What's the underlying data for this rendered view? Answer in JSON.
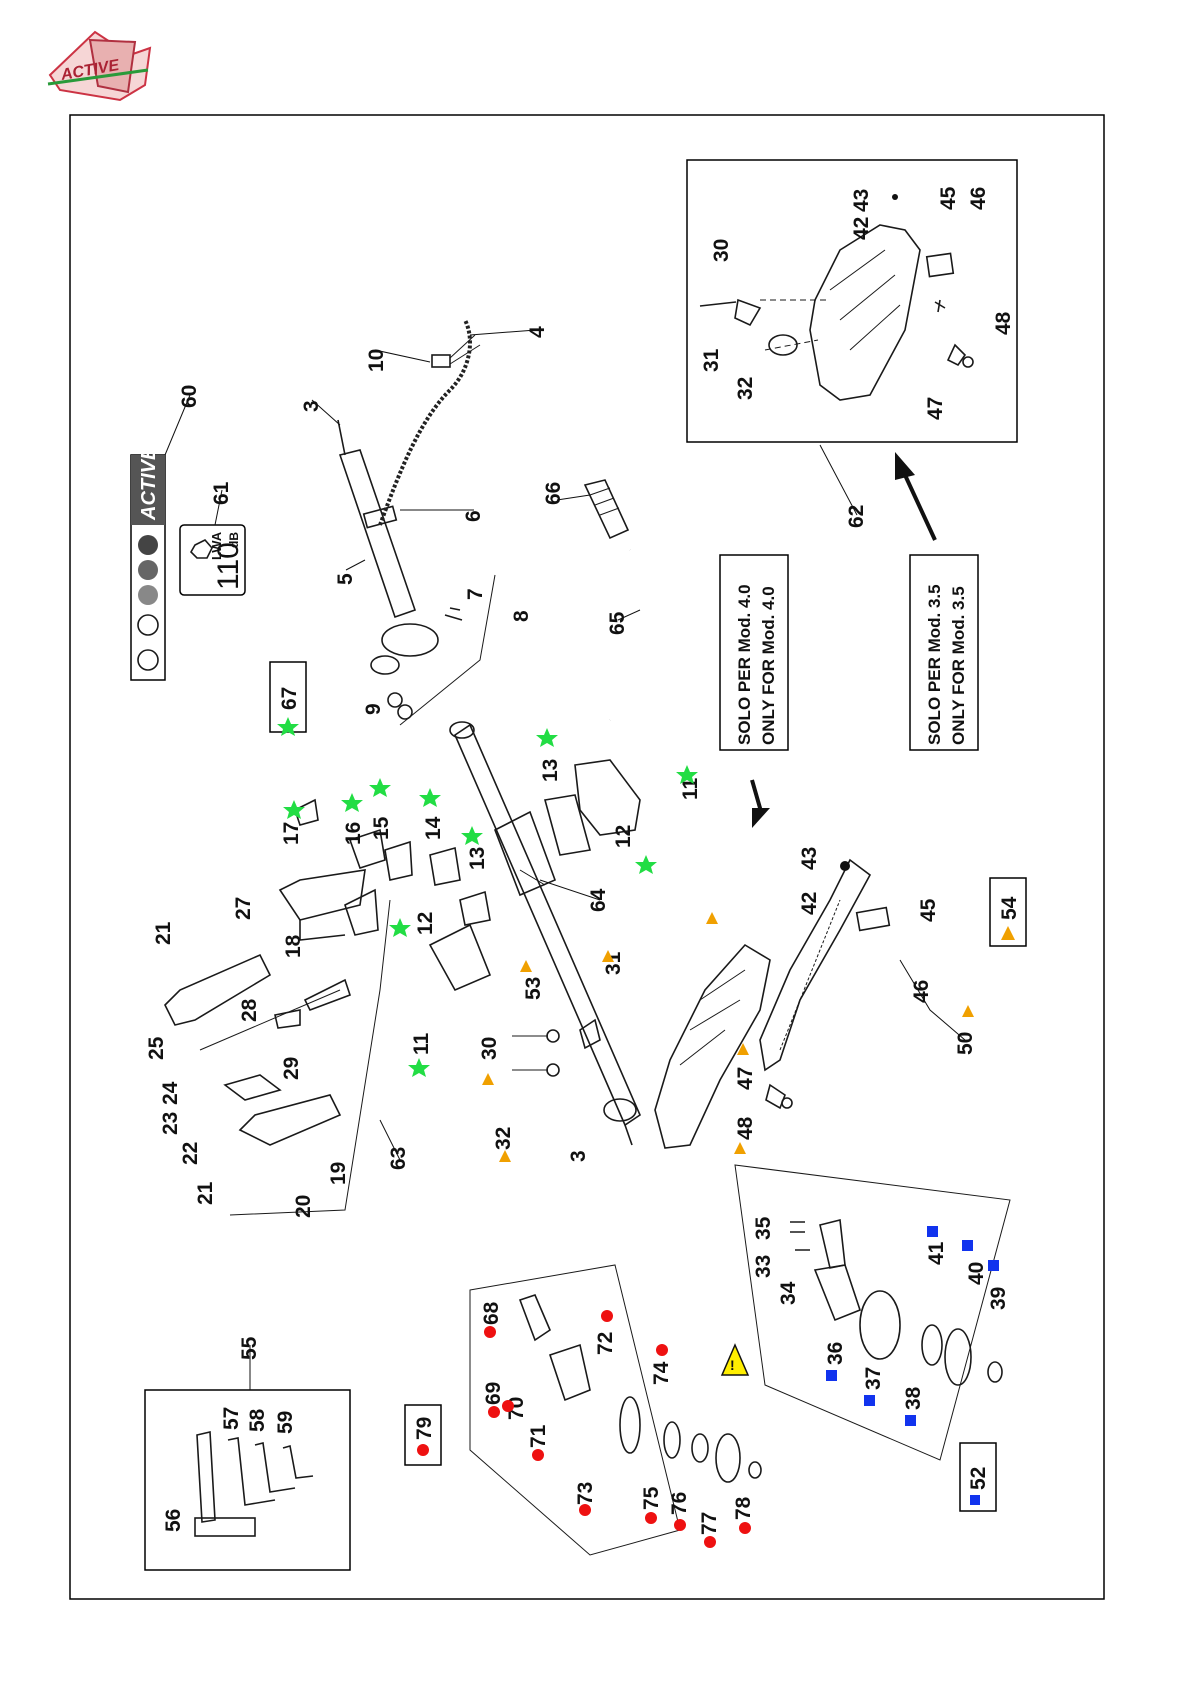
{
  "logo": {
    "text": "ACTIVE"
  },
  "colors": {
    "star": "#22dd44",
    "triangle": "#f0a000",
    "circle": "#ee1111",
    "square": "#1133ee",
    "warning": "#ffee00"
  },
  "notes": {
    "mod40_line1": "SOLO PER Mod. 4.0",
    "mod40_line2": "ONLY FOR Mod. 4.0",
    "mod35_line1": "SOLO PER Mod. 3.5",
    "mod35_line2": "ONLY FOR Mod. 3.5"
  },
  "decal": {
    "brand": "ACTIVE",
    "lwa_label": "LWA",
    "lwa_value": "110",
    "lwa_unit": "dB"
  },
  "boxed_labels": {
    "k67": "67",
    "k54": "54",
    "k79": "79",
    "k52": "52"
  },
  "callouts": [
    {
      "id": "c3a",
      "text": "3"
    },
    {
      "id": "c4",
      "text": "4"
    },
    {
      "id": "c5",
      "text": "5"
    },
    {
      "id": "c6",
      "text": "6"
    },
    {
      "id": "c7",
      "text": "7"
    },
    {
      "id": "c8",
      "text": "8"
    },
    {
      "id": "c9",
      "text": "9"
    },
    {
      "id": "c10",
      "text": "10"
    },
    {
      "id": "c60",
      "text": "60"
    },
    {
      "id": "c61",
      "text": "61"
    },
    {
      "id": "c66",
      "text": "66"
    },
    {
      "id": "c65",
      "text": "65"
    },
    {
      "id": "c62",
      "text": "62"
    },
    {
      "id": "i30",
      "text": "30"
    },
    {
      "id": "i31",
      "text": "31"
    },
    {
      "id": "i32",
      "text": "32"
    },
    {
      "id": "i42",
      "text": "42"
    },
    {
      "id": "i43",
      "text": "43"
    },
    {
      "id": "i45",
      "text": "45"
    },
    {
      "id": "i46",
      "text": "46"
    },
    {
      "id": "i47",
      "text": "47"
    },
    {
      "id": "i48",
      "text": "48"
    },
    {
      "id": "c11a",
      "text": "11"
    },
    {
      "id": "c12a",
      "text": "12"
    },
    {
      "id": "c13a",
      "text": "13"
    },
    {
      "id": "c64",
      "text": "64"
    },
    {
      "id": "c43b",
      "text": "43"
    },
    {
      "id": "c42b",
      "text": "42"
    },
    {
      "id": "c45b",
      "text": "45"
    },
    {
      "id": "c46b",
      "text": "46"
    },
    {
      "id": "c50",
      "text": "50"
    },
    {
      "id": "c47b",
      "text": "47"
    },
    {
      "id": "c48b",
      "text": "48"
    },
    {
      "id": "c31b",
      "text": "31"
    },
    {
      "id": "c53",
      "text": "53"
    },
    {
      "id": "c30b",
      "text": "30"
    },
    {
      "id": "c32b",
      "text": "32"
    },
    {
      "id": "c3b",
      "text": "3"
    },
    {
      "id": "c17",
      "text": "17"
    },
    {
      "id": "c16",
      "text": "16"
    },
    {
      "id": "c15",
      "text": "15"
    },
    {
      "id": "c14",
      "text": "14"
    },
    {
      "id": "c13b",
      "text": "13"
    },
    {
      "id": "c12b",
      "text": "12"
    },
    {
      "id": "c11b",
      "text": "11"
    },
    {
      "id": "c27",
      "text": "27"
    },
    {
      "id": "c21a",
      "text": "21"
    },
    {
      "id": "c18",
      "text": "18"
    },
    {
      "id": "c28",
      "text": "28"
    },
    {
      "id": "c25",
      "text": "25"
    },
    {
      "id": "c24",
      "text": "24"
    },
    {
      "id": "c29",
      "text": "29"
    },
    {
      "id": "c23",
      "text": "23"
    },
    {
      "id": "c22",
      "text": "22"
    },
    {
      "id": "c21b",
      "text": "21"
    },
    {
      "id": "c20",
      "text": "20"
    },
    {
      "id": "c19",
      "text": "19"
    },
    {
      "id": "c63",
      "text": "63"
    },
    {
      "id": "c35",
      "text": "35"
    },
    {
      "id": "c33",
      "text": "33"
    },
    {
      "id": "c34",
      "text": "34"
    },
    {
      "id": "c41",
      "text": "41"
    },
    {
      "id": "c40",
      "text": "40"
    },
    {
      "id": "c39",
      "text": "39"
    },
    {
      "id": "c36",
      "text": "36"
    },
    {
      "id": "c37",
      "text": "37"
    },
    {
      "id": "c38",
      "text": "38"
    },
    {
      "id": "c68",
      "text": "68"
    },
    {
      "id": "c72",
      "text": "72"
    },
    {
      "id": "c74",
      "text": "74"
    },
    {
      "id": "c69",
      "text": "69"
    },
    {
      "id": "c70",
      "text": "70"
    },
    {
      "id": "c71",
      "text": "71"
    },
    {
      "id": "c73",
      "text": "73"
    },
    {
      "id": "c75",
      "text": "75"
    },
    {
      "id": "c76",
      "text": "76"
    },
    {
      "id": "c77",
      "text": "77"
    },
    {
      "id": "c78",
      "text": "78"
    },
    {
      "id": "c55",
      "text": "55"
    },
    {
      "id": "c57",
      "text": "57"
    },
    {
      "id": "c58",
      "text": "58"
    },
    {
      "id": "c59",
      "text": "59"
    },
    {
      "id": "c56",
      "text": "56"
    }
  ]
}
